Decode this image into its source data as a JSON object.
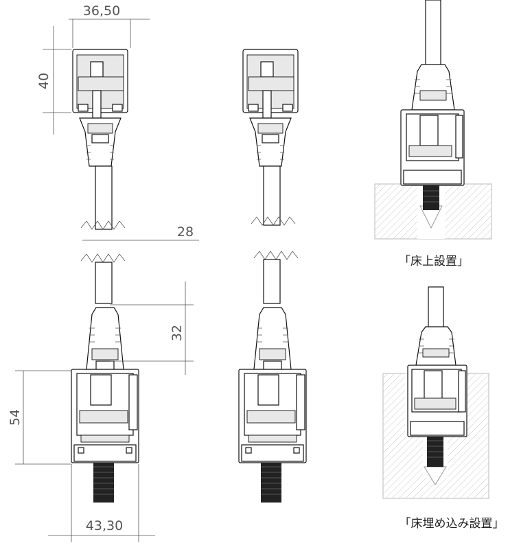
{
  "dimensions": {
    "top_width": "36,50",
    "top_height": "40",
    "mid_width": "28",
    "mid_height": "32",
    "bottom_height": "54",
    "bottom_width": "43,30"
  },
  "captions": {
    "floor_surface": "「床上設置」",
    "floor_embedded": "「床埋め込み設置」"
  },
  "colors": {
    "line": "#111111",
    "dimension": "#555555",
    "hatch": "#c8c8c8"
  }
}
